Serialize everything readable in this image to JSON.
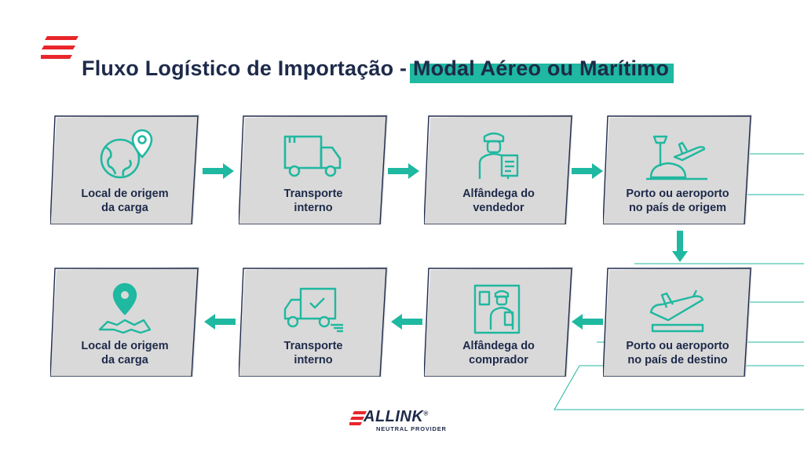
{
  "title": {
    "prefix": "Fluxo Logístico de Importação - ",
    "highlight": "Modal Aéreo ou Marítimo"
  },
  "steps": [
    {
      "line1": "Local de origem",
      "line2": "da carga",
      "icon": "globe-pin-icon"
    },
    {
      "line1": "Transporte",
      "line2": "interno",
      "icon": "truck-icon"
    },
    {
      "line1": "Alfândega do",
      "line2": "vendedor",
      "icon": "customs-officer-icon"
    },
    {
      "line1": "Porto ou aeroporto",
      "line2": "no país de origem",
      "icon": "airport-tower-plane-icon"
    },
    {
      "line1": "Porto ou aeroporto",
      "line2": "no país de destino",
      "icon": "plane-landing-icon"
    },
    {
      "line1": "Alfândega do",
      "line2": "comprador",
      "icon": "customs-booth-icon"
    },
    {
      "line1": "Transporte",
      "line2": "interno",
      "icon": "delivery-truck-check-icon"
    },
    {
      "line1": "Local de origem",
      "line2": "da carga",
      "icon": "map-pin-icon"
    }
  ],
  "logo": {
    "name": "ALLINK",
    "mark": "®",
    "tagline": "NEUTRAL PROVIDER"
  },
  "colors": {
    "accent": "#1fb8a0",
    "navy": "#1e2a4a",
    "box": "#d9d9d9",
    "red": "#e8262b"
  }
}
